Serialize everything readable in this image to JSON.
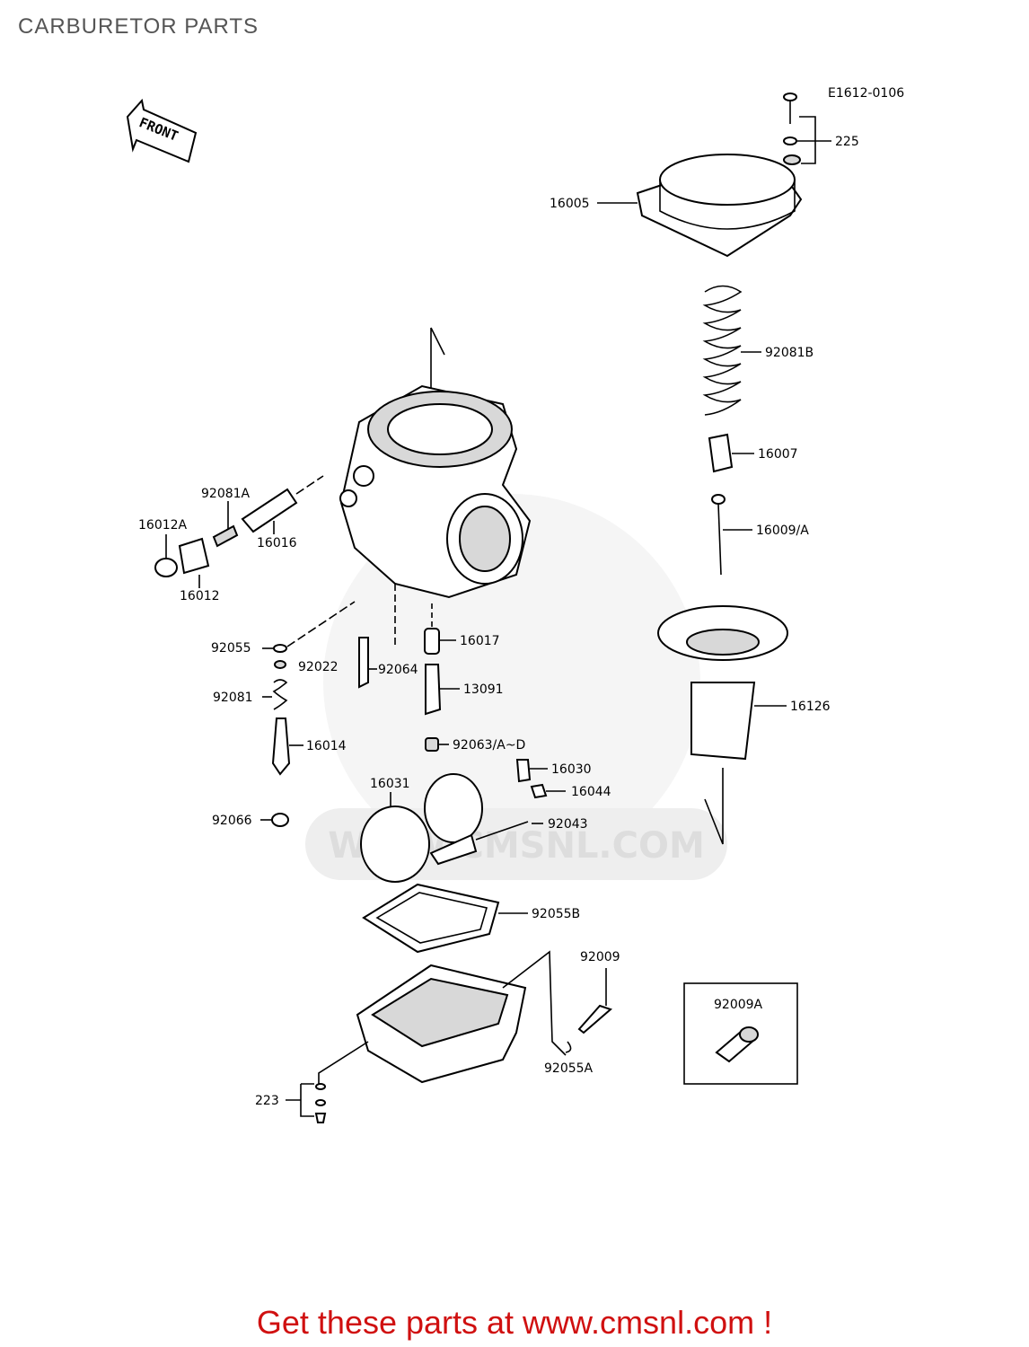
{
  "page": {
    "title": "CARBURETOR PARTS"
  },
  "diagram": {
    "ref_code": "E1612-0106",
    "front_arrow": "FRONT",
    "watermark": "WWW.CMSNL.COM",
    "parts": {
      "p225": "225",
      "p16005": "16005",
      "p92081B": "92081B",
      "p16007": "16007",
      "p16009A": "16009/A",
      "p16126": "16126",
      "p92081A": "92081A",
      "p16016": "16016",
      "p16012A": "16012A",
      "p16012": "16012",
      "p92055": "92055",
      "p92022": "92022",
      "p92064": "92064",
      "p16017": "16017",
      "p13091": "13091",
      "p92081": "92081",
      "p16014": "16014",
      "p92063": "92063/A~D",
      "p16030": "16030",
      "p16044": "16044",
      "p16031": "16031",
      "p92043": "92043",
      "p92066": "92066",
      "p92055B": "92055B",
      "p92009": "92009",
      "p92055A": "92055A",
      "p92009A": "92009A",
      "p223": "223"
    }
  },
  "footer": {
    "promo": "Get these parts at www.cmsnl.com !"
  },
  "colors": {
    "promo": "#d01010",
    "title": "#555555",
    "watermark": "#eeeeee"
  }
}
